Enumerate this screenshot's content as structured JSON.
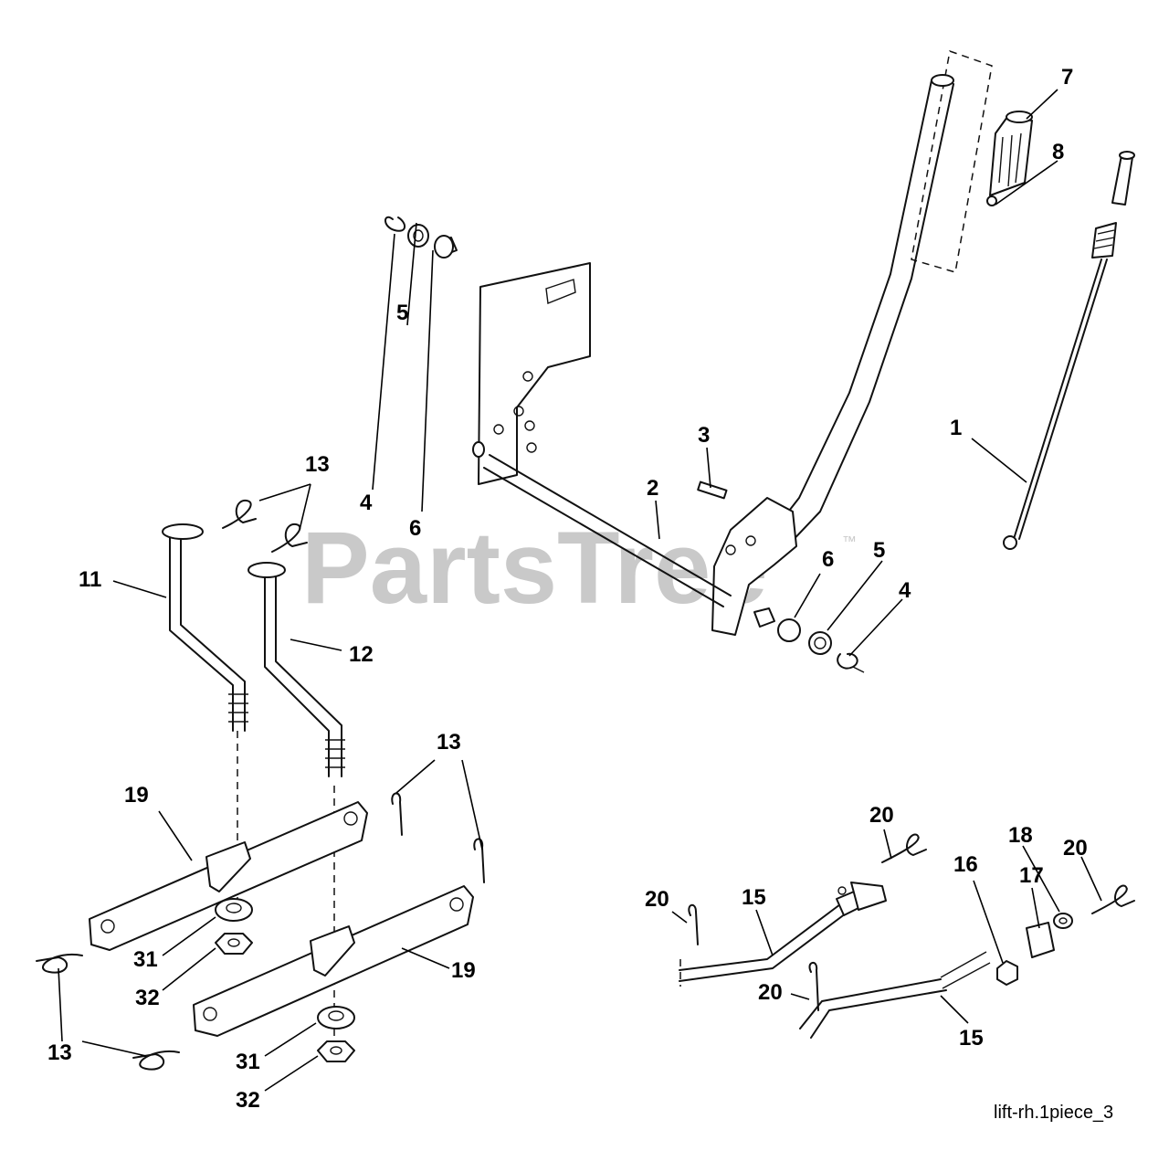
{
  "watermark": {
    "text": "PartsTree",
    "trademark": "™"
  },
  "footer_label": "lift-rh.1piece_3",
  "callouts": {
    "c1": "1",
    "c2": "2",
    "c3": "3",
    "c4a": "4",
    "c4b": "4",
    "c5a": "5",
    "c5b": "5",
    "c6a": "6",
    "c6b": "6",
    "c7": "7",
    "c8": "8",
    "c11": "11",
    "c12": "12",
    "c13a": "13",
    "c13b": "13",
    "c13c": "13",
    "c15a": "15",
    "c15b": "15",
    "c16": "16",
    "c17": "17",
    "c18": "18",
    "c19a": "19",
    "c19b": "19",
    "c20a": "20",
    "c20b": "20",
    "c20c": "20",
    "c20d": "20",
    "c31a": "31",
    "c31b": "31",
    "c32a": "32",
    "c32b": "32"
  }
}
